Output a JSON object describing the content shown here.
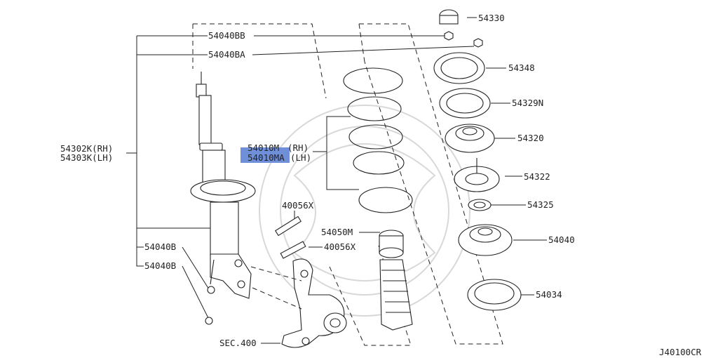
{
  "diagram": {
    "figure_code": "J40100CR",
    "colors": {
      "line": "#222222",
      "highlight": "#6f8fd8",
      "watermark": "#d8d8d8"
    },
    "labels": {
      "p54330": "54330",
      "p54040BB": "54040BB",
      "p54040BA": "54040BA",
      "p54348": "54348",
      "p54329N": "54329N",
      "p54320": "54320",
      "p54302K": "54302K(RH)",
      "p54303K": "54303K(LH)",
      "p54010M": "54010M",
      "p54010M_side": "(RH)",
      "p54010MA": "54010MA",
      "p54010MA_side": "(LH)",
      "p54322": "54322",
      "p54325": "54325",
      "p40056X_a": "40056X",
      "p54050M": "54050M",
      "p40056X_b": "40056X",
      "p54040": "54040",
      "p54040B_a": "54040B",
      "p54040B_b": "54040B",
      "p54034": "54034",
      "sec400": "SEC.400"
    }
  }
}
